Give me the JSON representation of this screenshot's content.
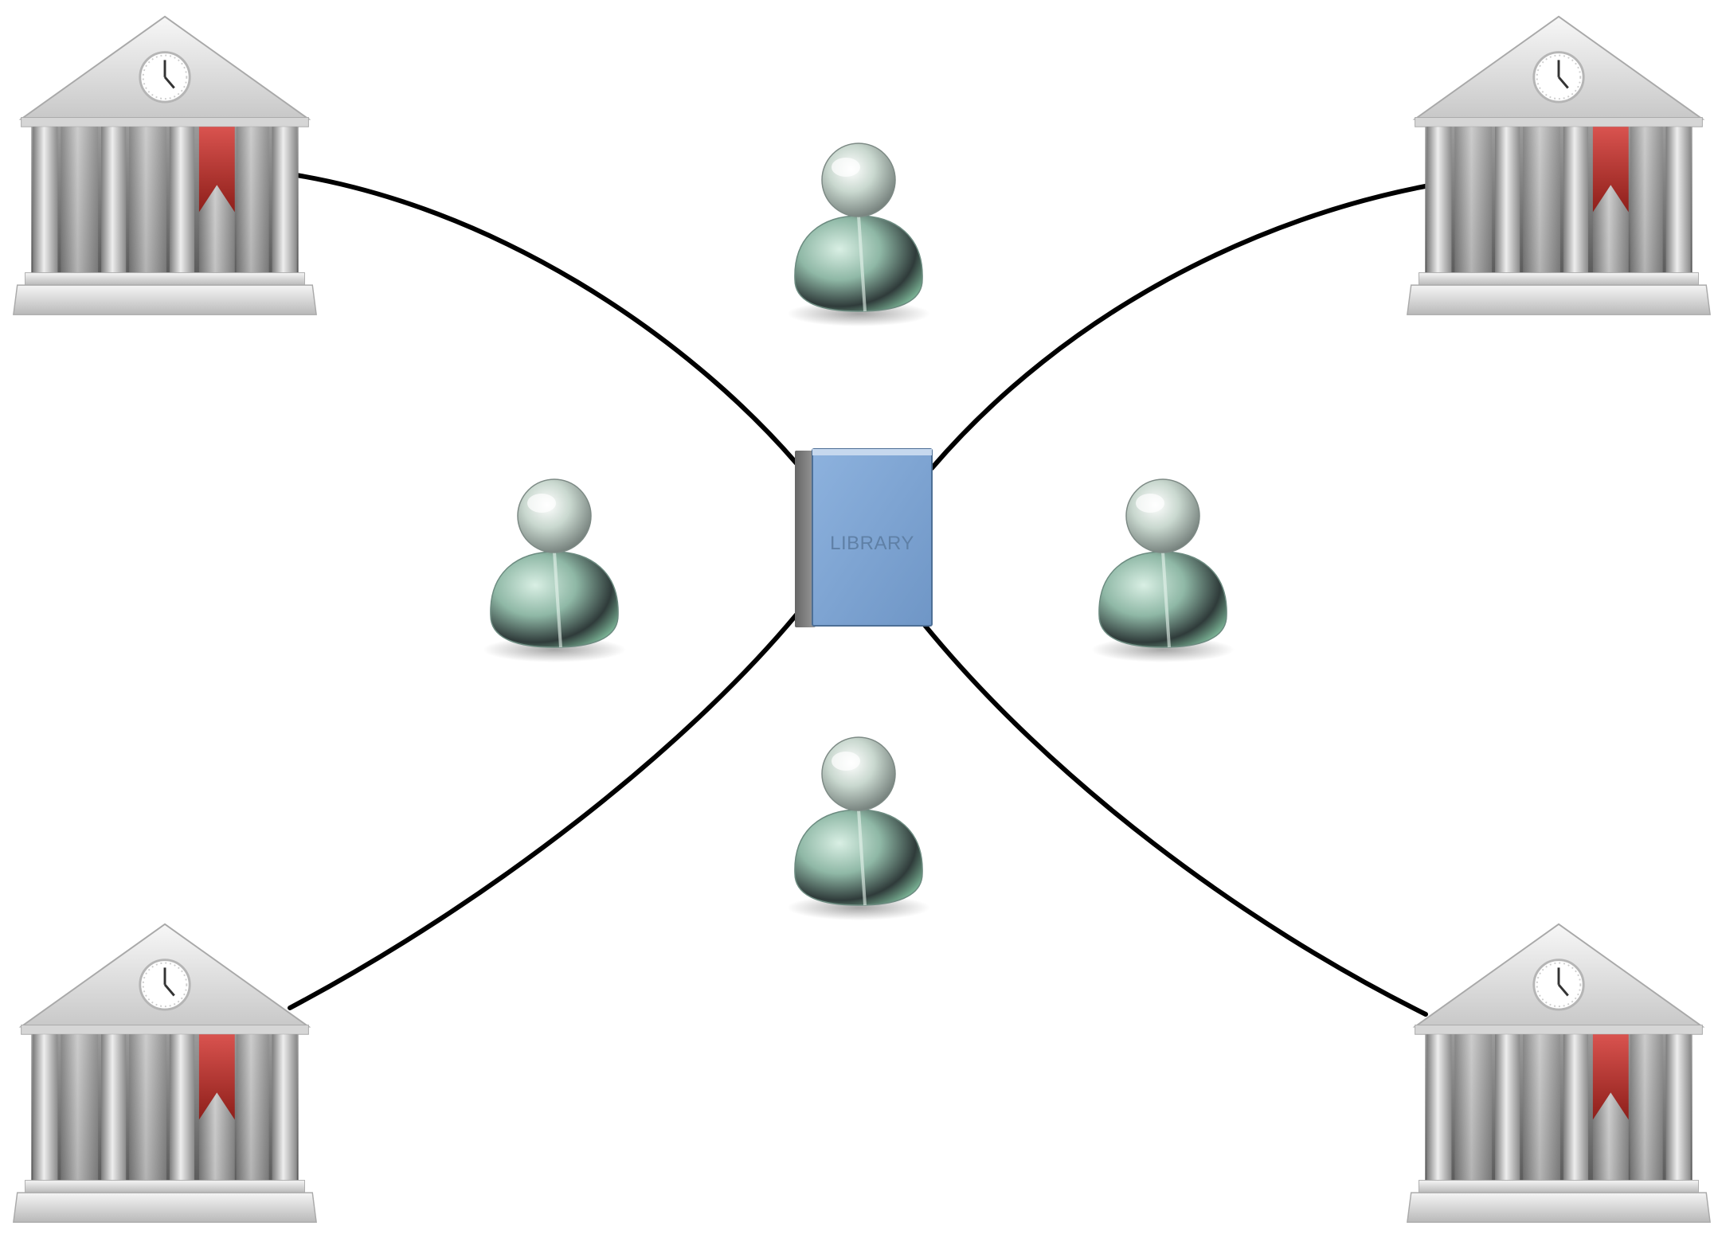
{
  "diagram": {
    "center_node": {
      "type": "book",
      "label": "LIBRARY",
      "icon": "book-icon",
      "color": "#7fa6d6"
    },
    "outer_nodes": [
      {
        "icon": "library-building-icon",
        "position": "top-left"
      },
      {
        "icon": "library-building-icon",
        "position": "top-right"
      },
      {
        "icon": "library-building-icon",
        "position": "bottom-left"
      },
      {
        "icon": "library-building-icon",
        "position": "bottom-right"
      }
    ],
    "user_nodes": [
      {
        "icon": "user-icon",
        "position": "top"
      },
      {
        "icon": "user-icon",
        "position": "left"
      },
      {
        "icon": "user-icon",
        "position": "right"
      },
      {
        "icon": "user-icon",
        "position": "bottom"
      }
    ],
    "connections": [
      {
        "from": "top-left",
        "to": "center"
      },
      {
        "from": "top-right",
        "to": "center"
      },
      {
        "from": "bottom-left",
        "to": "center"
      },
      {
        "from": "bottom-right",
        "to": "center"
      }
    ],
    "colors": {
      "connector": "#000000",
      "bookmark": "#c0392b",
      "building": "#c9c9c9"
    }
  }
}
